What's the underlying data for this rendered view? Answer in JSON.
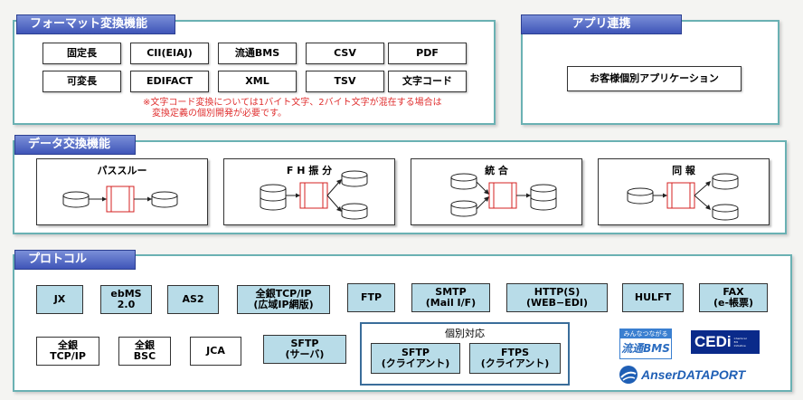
{
  "format": {
    "title": "フォーマット変換機能",
    "row1": [
      "固定長",
      "CII(EIAJ)",
      "流通BMS",
      "CSV",
      "PDF"
    ],
    "row2": [
      "可変長",
      "EDIFACT",
      "XML",
      "TSV",
      "文字コード"
    ],
    "note_line1": "※文字コード変換については1バイト文字、2バイト文字が混在する場合は",
    "note_line2": "変換定義の個別開発が必要です。"
  },
  "app": {
    "title": "アプリ連携",
    "box": "お客様個別アプリケーション"
  },
  "data_exchange": {
    "title": "データ交換機能",
    "boxes": [
      "パススルー",
      "F H 振 分",
      "統 合",
      "同 報"
    ]
  },
  "protocol": {
    "title": "プロトコル",
    "row1": [
      "JX",
      "ebMS\n2.0",
      "AS2",
      "全銀TCP/IP\n(広域IP網版)",
      "FTP",
      "SMTP\n(Mail I/F)",
      "HTTP(S)\n(WEB−EDI)",
      "HULFT",
      "FAX\n(e-帳票)"
    ],
    "row2": [
      "全銀\nTCP/IP",
      "全銀\nBSC",
      "JCA",
      "SFTP\n(サーバ)"
    ],
    "individual": {
      "title": "個別対応",
      "boxes": [
        "SFTP\n(クライアント)",
        "FTPS\n(クライアント)"
      ]
    }
  },
  "logos": {
    "bms_top": "みんなつながる",
    "bms_main": "流通BMS",
    "cedi_main": "CEDi",
    "cedi_sub": "Chemical Edi Initiative",
    "anser": "AnserDATAPORT"
  },
  "colors": {
    "panel_border": "#6ab1b3",
    "tag_top": "#7a8fd8",
    "tag_bottom": "#3f55b8",
    "protocol_box": "#b8dce8",
    "note_red": "#e03030",
    "switch_red": "#d42020"
  }
}
